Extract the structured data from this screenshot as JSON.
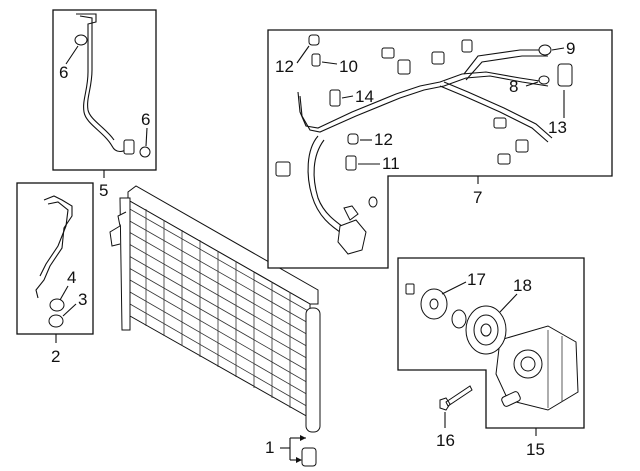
{
  "callouts": {
    "c1": "1",
    "c2": "2",
    "c3": "3",
    "c4": "4",
    "c5": "5",
    "c6a": "6",
    "c6b": "6",
    "c7": "7",
    "c8": "8",
    "c9": "9",
    "c10": "10",
    "c11": "11",
    "c12a": "12",
    "c12b": "12",
    "c13": "13",
    "c14": "14",
    "c15": "15",
    "c16": "16",
    "c17": "17",
    "c18": "18"
  }
}
